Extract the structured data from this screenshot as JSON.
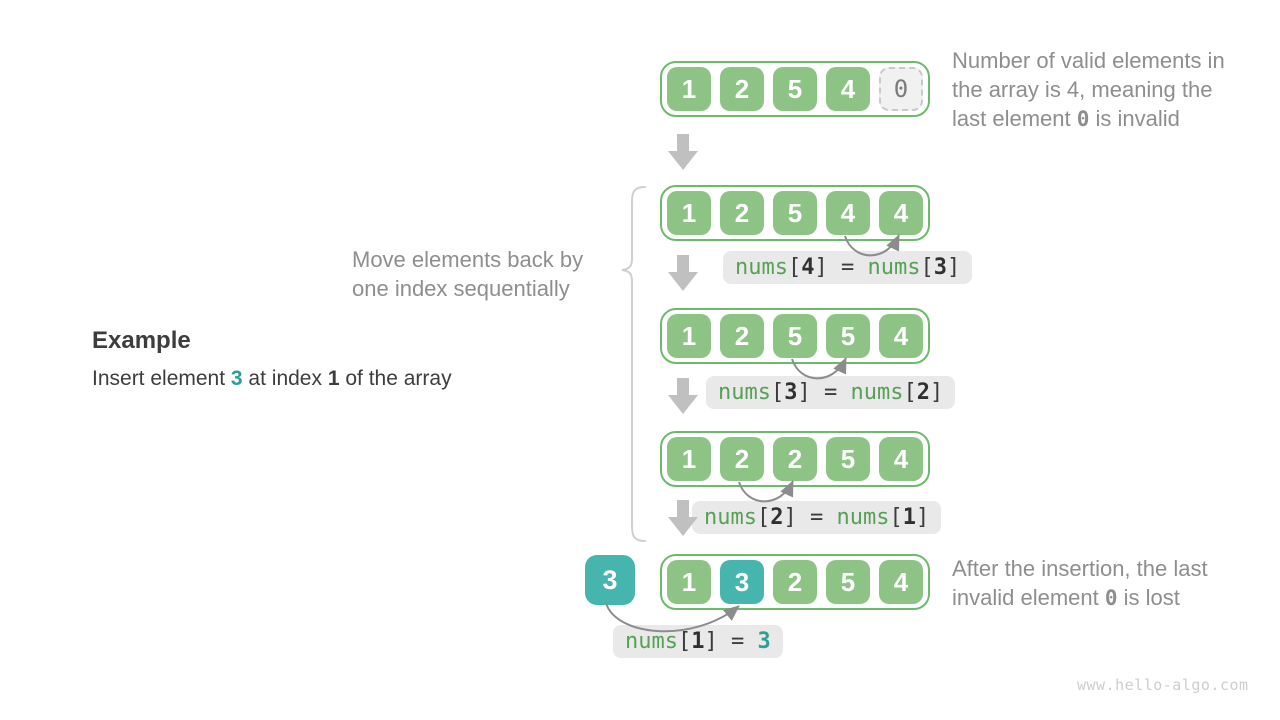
{
  "watermark": "www.hello-algo.com",
  "palette": {
    "cell_green": "#8dc485",
    "container_border": "#6cba6c",
    "cell_teal": "#46b5ad",
    "invalid_bg": "#f1f1f1",
    "invalid_border": "#c9c9c9",
    "invalid_text": "#7b7b7b",
    "label_bg": "#e9e9e9",
    "label_green": "#56a156",
    "label_dark": "#3c3c3c",
    "label_teal": "#2f9e95",
    "note_gray": "#8e8e8e",
    "text_dark": "#3d3d3d",
    "block_arrow": "#c0c0c0",
    "arc_gray": "#8c8c8c",
    "brace_gray": "#cfcfcf",
    "watermark_gray": "#cdcdcd"
  },
  "example": {
    "heading": "Example",
    "line": [
      {
        "text": "Insert element ",
        "style": "plain"
      },
      {
        "text": "3",
        "style": "teal"
      },
      {
        "text": " at index ",
        "style": "plain"
      },
      {
        "text": "1",
        "style": "bold"
      },
      {
        "text": " of the array",
        "style": "plain"
      }
    ]
  },
  "notes": {
    "top": [
      {
        "text": "Number of valid elements in",
        "style": "plain"
      },
      {
        "style": "br"
      },
      {
        "text": "the array is 4, meaning the",
        "style": "plain"
      },
      {
        "style": "br"
      },
      {
        "text": "last element ",
        "style": "plain"
      },
      {
        "text": "0",
        "style": "mono"
      },
      {
        "text": " is invalid",
        "style": "plain"
      }
    ],
    "move": [
      {
        "text": "Move elements back by",
        "style": "plain"
      },
      {
        "style": "br"
      },
      {
        "text": "one index sequentially",
        "style": "plain"
      }
    ],
    "bottom": [
      {
        "text": "After the insertion, the last",
        "style": "plain"
      },
      {
        "style": "br"
      },
      {
        "text": "invalid element ",
        "style": "plain"
      },
      {
        "text": "0",
        "style": "mono"
      },
      {
        "text": " is lost",
        "style": "plain"
      }
    ]
  },
  "inserted": {
    "value": "3"
  },
  "arrays": [
    {
      "values": [
        "1",
        "2",
        "5",
        "4",
        "0"
      ],
      "invalid_index": 4
    },
    {
      "values": [
        "1",
        "2",
        "5",
        "4",
        "4"
      ],
      "label": [
        {
          "text": "nums",
          "style": "kw"
        },
        {
          "text": "[",
          "style": "plain"
        },
        {
          "text": "4",
          "style": "idx"
        },
        {
          "text": "] = ",
          "style": "plain"
        },
        {
          "text": "nums",
          "style": "kw"
        },
        {
          "text": "[",
          "style": "plain"
        },
        {
          "text": "3",
          "style": "idx"
        },
        {
          "text": "]",
          "style": "plain"
        }
      ]
    },
    {
      "values": [
        "1",
        "2",
        "5",
        "5",
        "4"
      ],
      "label": [
        {
          "text": "nums",
          "style": "kw"
        },
        {
          "text": "[",
          "style": "plain"
        },
        {
          "text": "3",
          "style": "idx"
        },
        {
          "text": "] = ",
          "style": "plain"
        },
        {
          "text": "nums",
          "style": "kw"
        },
        {
          "text": "[",
          "style": "plain"
        },
        {
          "text": "2",
          "style": "idx"
        },
        {
          "text": "]",
          "style": "plain"
        }
      ]
    },
    {
      "values": [
        "1",
        "2",
        "2",
        "5",
        "4"
      ],
      "label": [
        {
          "text": "nums",
          "style": "kw"
        },
        {
          "text": "[",
          "style": "plain"
        },
        {
          "text": "2",
          "style": "idx"
        },
        {
          "text": "] = ",
          "style": "plain"
        },
        {
          "text": "nums",
          "style": "kw"
        },
        {
          "text": "[",
          "style": "plain"
        },
        {
          "text": "1",
          "style": "idx"
        },
        {
          "text": "]",
          "style": "plain"
        }
      ]
    },
    {
      "values": [
        "1",
        "3",
        "2",
        "5",
        "4"
      ],
      "highlight_index": 1,
      "label": [
        {
          "text": "nums",
          "style": "kw"
        },
        {
          "text": "[",
          "style": "plain"
        },
        {
          "text": "1",
          "style": "idx"
        },
        {
          "text": "] = ",
          "style": "plain"
        },
        {
          "text": "3",
          "style": "val"
        }
      ]
    }
  ]
}
